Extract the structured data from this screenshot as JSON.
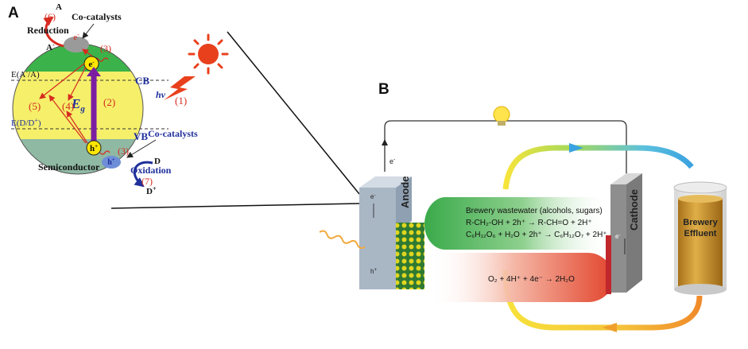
{
  "panel_a": {
    "letter": "A",
    "reduction_num": "(6)",
    "reduction_label": "Reduction",
    "acceptor_top": "A",
    "acceptor_left": "A",
    "acceptor_left_sup": "-",
    "cocatalyst_top": "Co-catalysts",
    "electron_surface": "e",
    "electron_surface_sup": "-",
    "step3_top": "(3)",
    "electron_cb": "e",
    "electron_cb_sup": "-",
    "level_acceptor": "E(A",
    "level_acceptor_sup": "-",
    "level_acceptor_end": "/A)",
    "cb": "CB",
    "eg": "E",
    "eg_sub": "g",
    "step2": "(2)",
    "step4": "(4)",
    "step5": "(5)",
    "hv": "hν",
    "step1": "(1)",
    "level_donor": "E(D/D",
    "level_donor_sup": "+",
    "level_donor_end": ")",
    "vb": "VB",
    "cocatalyst_bottom": "Co-catalysts",
    "hole_vb": "h",
    "hole_vb_sup": "+",
    "step3_bottom": "(3)",
    "hole_surface": "h",
    "hole_surface_sup": "+",
    "donor_top": "D",
    "oxidation_label": "Oxidation",
    "oxidation_num": "(7)",
    "donor_bottom": "D",
    "donor_bottom_sup": "+",
    "semiconductor": "Semiconductor",
    "colors": {
      "cb_band": "#3cb34a",
      "gap": "#f5ef6a",
      "vb_band": "#8fb9a3",
      "electron": "#ffe600",
      "hole": "#ffe600",
      "arrow_red": "#d62a1f",
      "arrow_purple": "#7b1fa2",
      "label_blue": "#1f2f9c",
      "sun": "#e8401c"
    }
  },
  "panel_b": {
    "letter": "B",
    "electron_top": "e",
    "electron_top_sup": "-",
    "anode": "Anode",
    "cathode": "Cathode",
    "anode_e": "e",
    "anode_e_sup": "-",
    "anode_h": "h",
    "anode_h_sup": "+",
    "cathode_e": "e",
    "cathode_e_sup": "-",
    "wastewater_title": "Brewery wastewater (alcohols, sugars)",
    "reaction1": "R-CH₂-OH + 2h⁺ → R-CH=O + 2H⁺",
    "reaction2": "C₆H₁₂O₆ + H₂O + 2h⁺ → C₆H₁₂O₇ + 2H⁺",
    "reaction3": "O₂ + 4H⁺ + 4e⁻ → 2H₂O",
    "tank_line1": "Brewery",
    "tank_line2": "Effluent",
    "colors": {
      "green_arrow": "#3aaa4a",
      "red_arrow": "#e2452d",
      "tank": "#c9922a",
      "electrode": "#a9b6c4",
      "catalyst": "#e0d51f",
      "bulb": "#ffe44d"
    }
  }
}
